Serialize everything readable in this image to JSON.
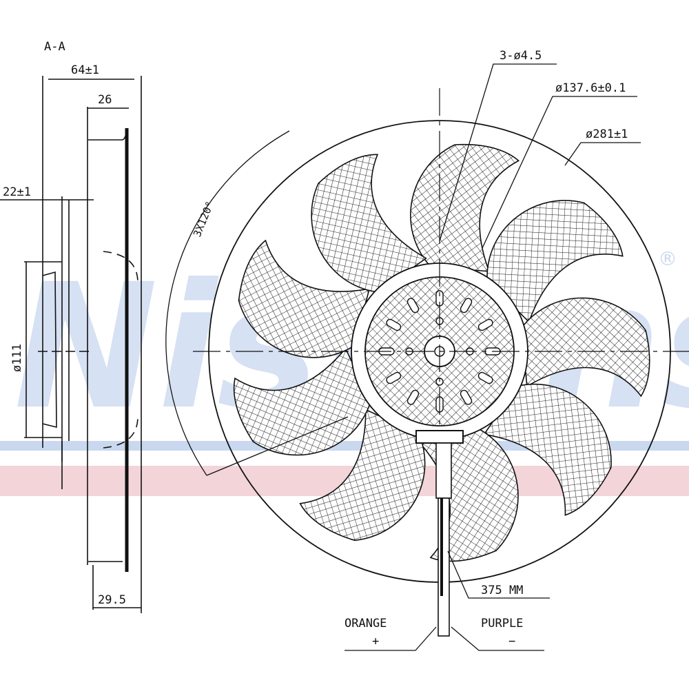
{
  "watermark": {
    "brand": "Nissens",
    "registered": "®",
    "color_blue": "#c9d8ef",
    "color_red": "#efc9cf"
  },
  "section_view": {
    "title": "A-A",
    "dim_overall_depth": "64±1",
    "dim_blade_depth": "26",
    "dim_motor_offset": "22±1",
    "dim_motor_diameter": "ø111",
    "dim_bottom": "29.5"
  },
  "front_view": {
    "holes": "3-ø4.5",
    "bolt_circle": "ø137.6±0.1",
    "fan_diameter": "ø281±1",
    "hole_spacing": "3X120°",
    "blade_count": 9,
    "cable_length": "375 MM",
    "wire_positive": {
      "color": "ORANGE",
      "polarity": "+"
    },
    "wire_negative": {
      "color": "PURPLE",
      "polarity": "−"
    }
  }
}
